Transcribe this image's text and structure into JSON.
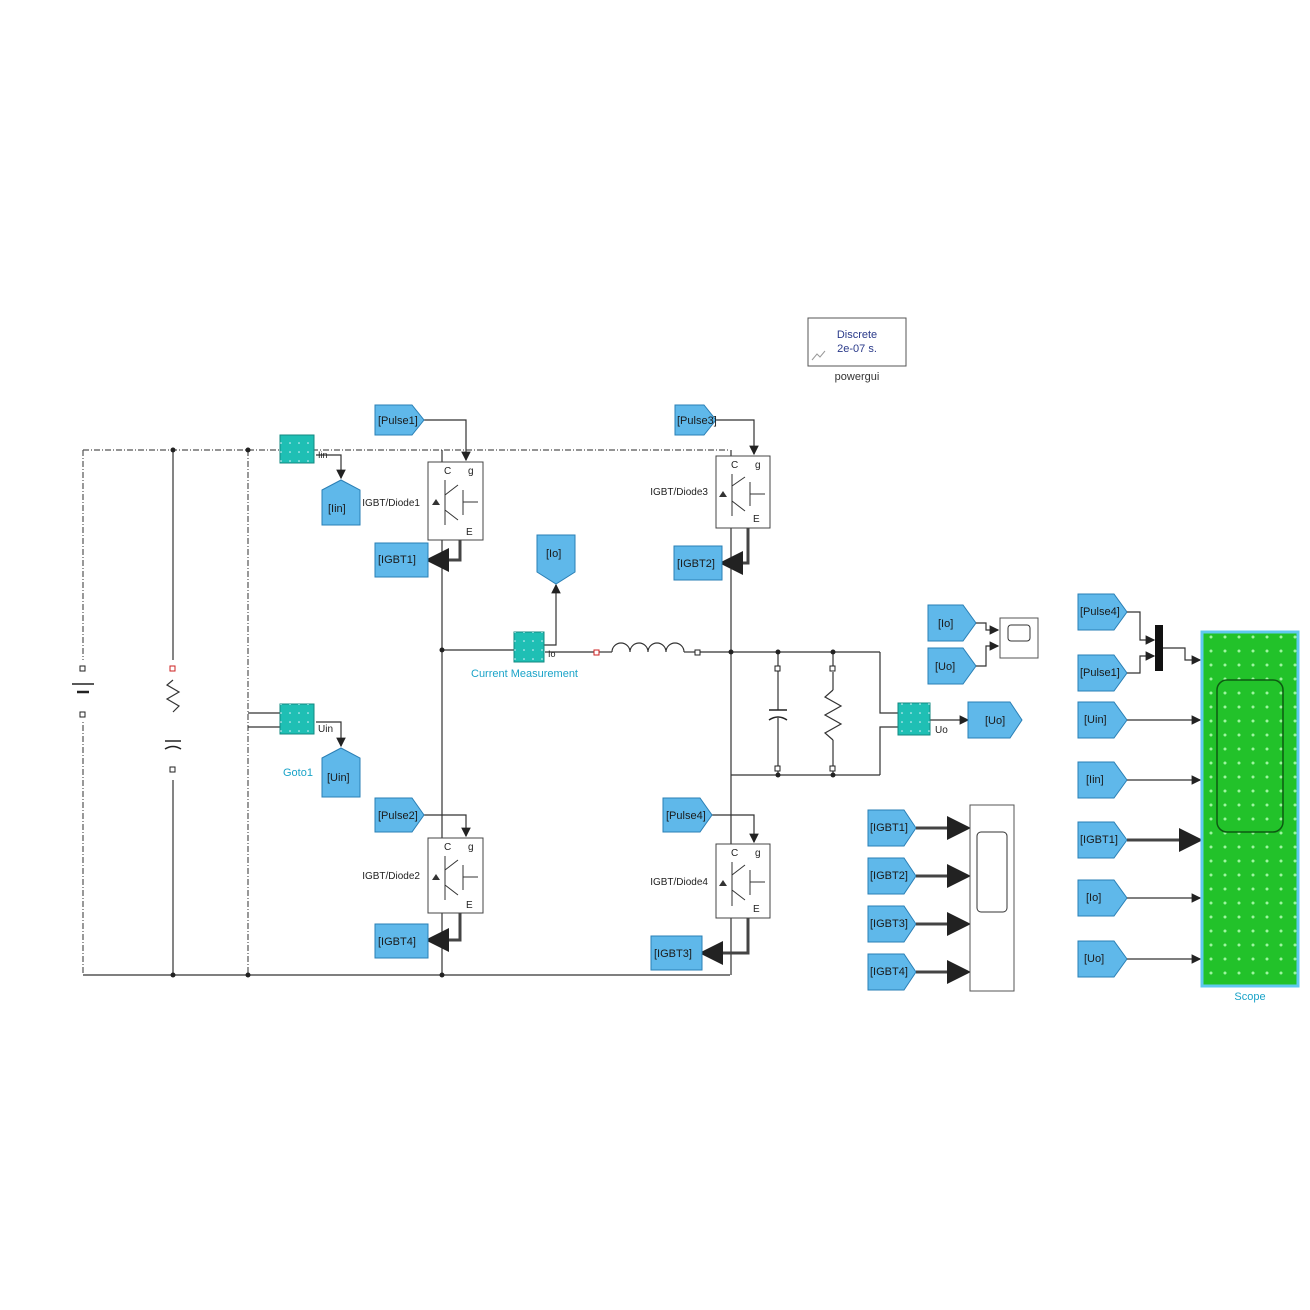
{
  "powergui": {
    "line1": "Discrete",
    "line2": "2e-07 s.",
    "name": "powergui"
  },
  "igbt": {
    "d1": "IGBT/Diode1",
    "d2": "IGBT/Diode2",
    "d3": "IGBT/Diode3",
    "d4": "IGBT/Diode4",
    "pin_c": "C",
    "pin_g": "g",
    "pin_e": "E"
  },
  "tags": {
    "pulse1": "[Pulse1]",
    "pulse2": "[Pulse2]",
    "pulse3": "[Pulse3]",
    "pulse4": "[Pulse4]",
    "iin": "[Iin]",
    "uin": "[Uin]",
    "io": "[Io]",
    "uo": "[Uo]",
    "uo1": "[Uo]",
    "igbt1": "[IGBT1]",
    "igbt2": "[IGBT2]",
    "igbt3": "[IGBT3]",
    "igbt4": "[IGBT4]"
  },
  "labels": {
    "current_measurement": "Current Measurement",
    "goto1": "Goto1",
    "iin_port": "Iin",
    "uin_port": "Uin",
    "io_port": "Io",
    "uo_port": "Uo",
    "scope": "Scope"
  },
  "right_panel": {
    "scope_inputs": [
      "[Pulse4]",
      "[Pulse1]",
      "[Uin]",
      "[Iin]",
      "[IGBT1]",
      "[Io]",
      "[Uo]"
    ],
    "scope2_inputs": [
      "[IGBT1]",
      "[IGBT2]",
      "[IGBT3]",
      "[IGBT4]"
    ],
    "scope3_inputs": [
      "[Io]",
      "[Uo]"
    ]
  },
  "colors": {
    "tag_fill": "#5fb8ea",
    "meas_fill": "#1fbfb4",
    "scope_fill": "#22c22a",
    "label_blue": "#1aa3c8"
  }
}
